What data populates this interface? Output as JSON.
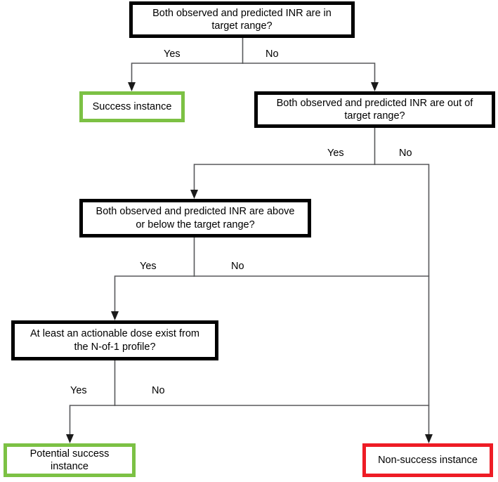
{
  "diagram": {
    "title": "INR prediction outcome classification flowchart",
    "colors": {
      "decision_border": "#000000",
      "success_border": "#7cc144",
      "failure_border": "#ee1c25",
      "edge": "#58595b",
      "text": "#000000",
      "background": "#ffffff"
    },
    "nodes": [
      {
        "id": "q1",
        "type": "decision",
        "text": "Both observed and predicted INR are in\ntarget range?"
      },
      {
        "id": "success",
        "type": "terminal-success",
        "text": "Success instance"
      },
      {
        "id": "q2",
        "type": "decision",
        "text": "Both observed and predicted INR are out of\ntarget range?"
      },
      {
        "id": "q3",
        "type": "decision",
        "text": "Both observed and predicted INR are above\nor below the target range?"
      },
      {
        "id": "q4",
        "type": "decision",
        "text": "At least an actionable dose exist from\nthe N-of-1 profile?"
      },
      {
        "id": "potential",
        "type": "terminal-success",
        "text": "Potential success\ninstance"
      },
      {
        "id": "nonsuccess",
        "type": "terminal-failure",
        "text": "Non-success instance"
      }
    ],
    "edges": [
      {
        "id": "e1",
        "from": "q1",
        "to": "success",
        "label": "Yes"
      },
      {
        "id": "e2",
        "from": "q1",
        "to": "q2",
        "label": "No"
      },
      {
        "id": "e3",
        "from": "q2",
        "to": "q3",
        "label": "Yes"
      },
      {
        "id": "e4",
        "from": "q2",
        "to": "nonsuccess",
        "label": "No"
      },
      {
        "id": "e5",
        "from": "q3",
        "to": "q4",
        "label": "Yes"
      },
      {
        "id": "e6",
        "from": "q3",
        "to": "nonsuccess",
        "label": "No"
      },
      {
        "id": "e7",
        "from": "q4",
        "to": "potential",
        "label": "Yes"
      },
      {
        "id": "e8",
        "from": "q4",
        "to": "nonsuccess",
        "label": "No"
      }
    ]
  }
}
